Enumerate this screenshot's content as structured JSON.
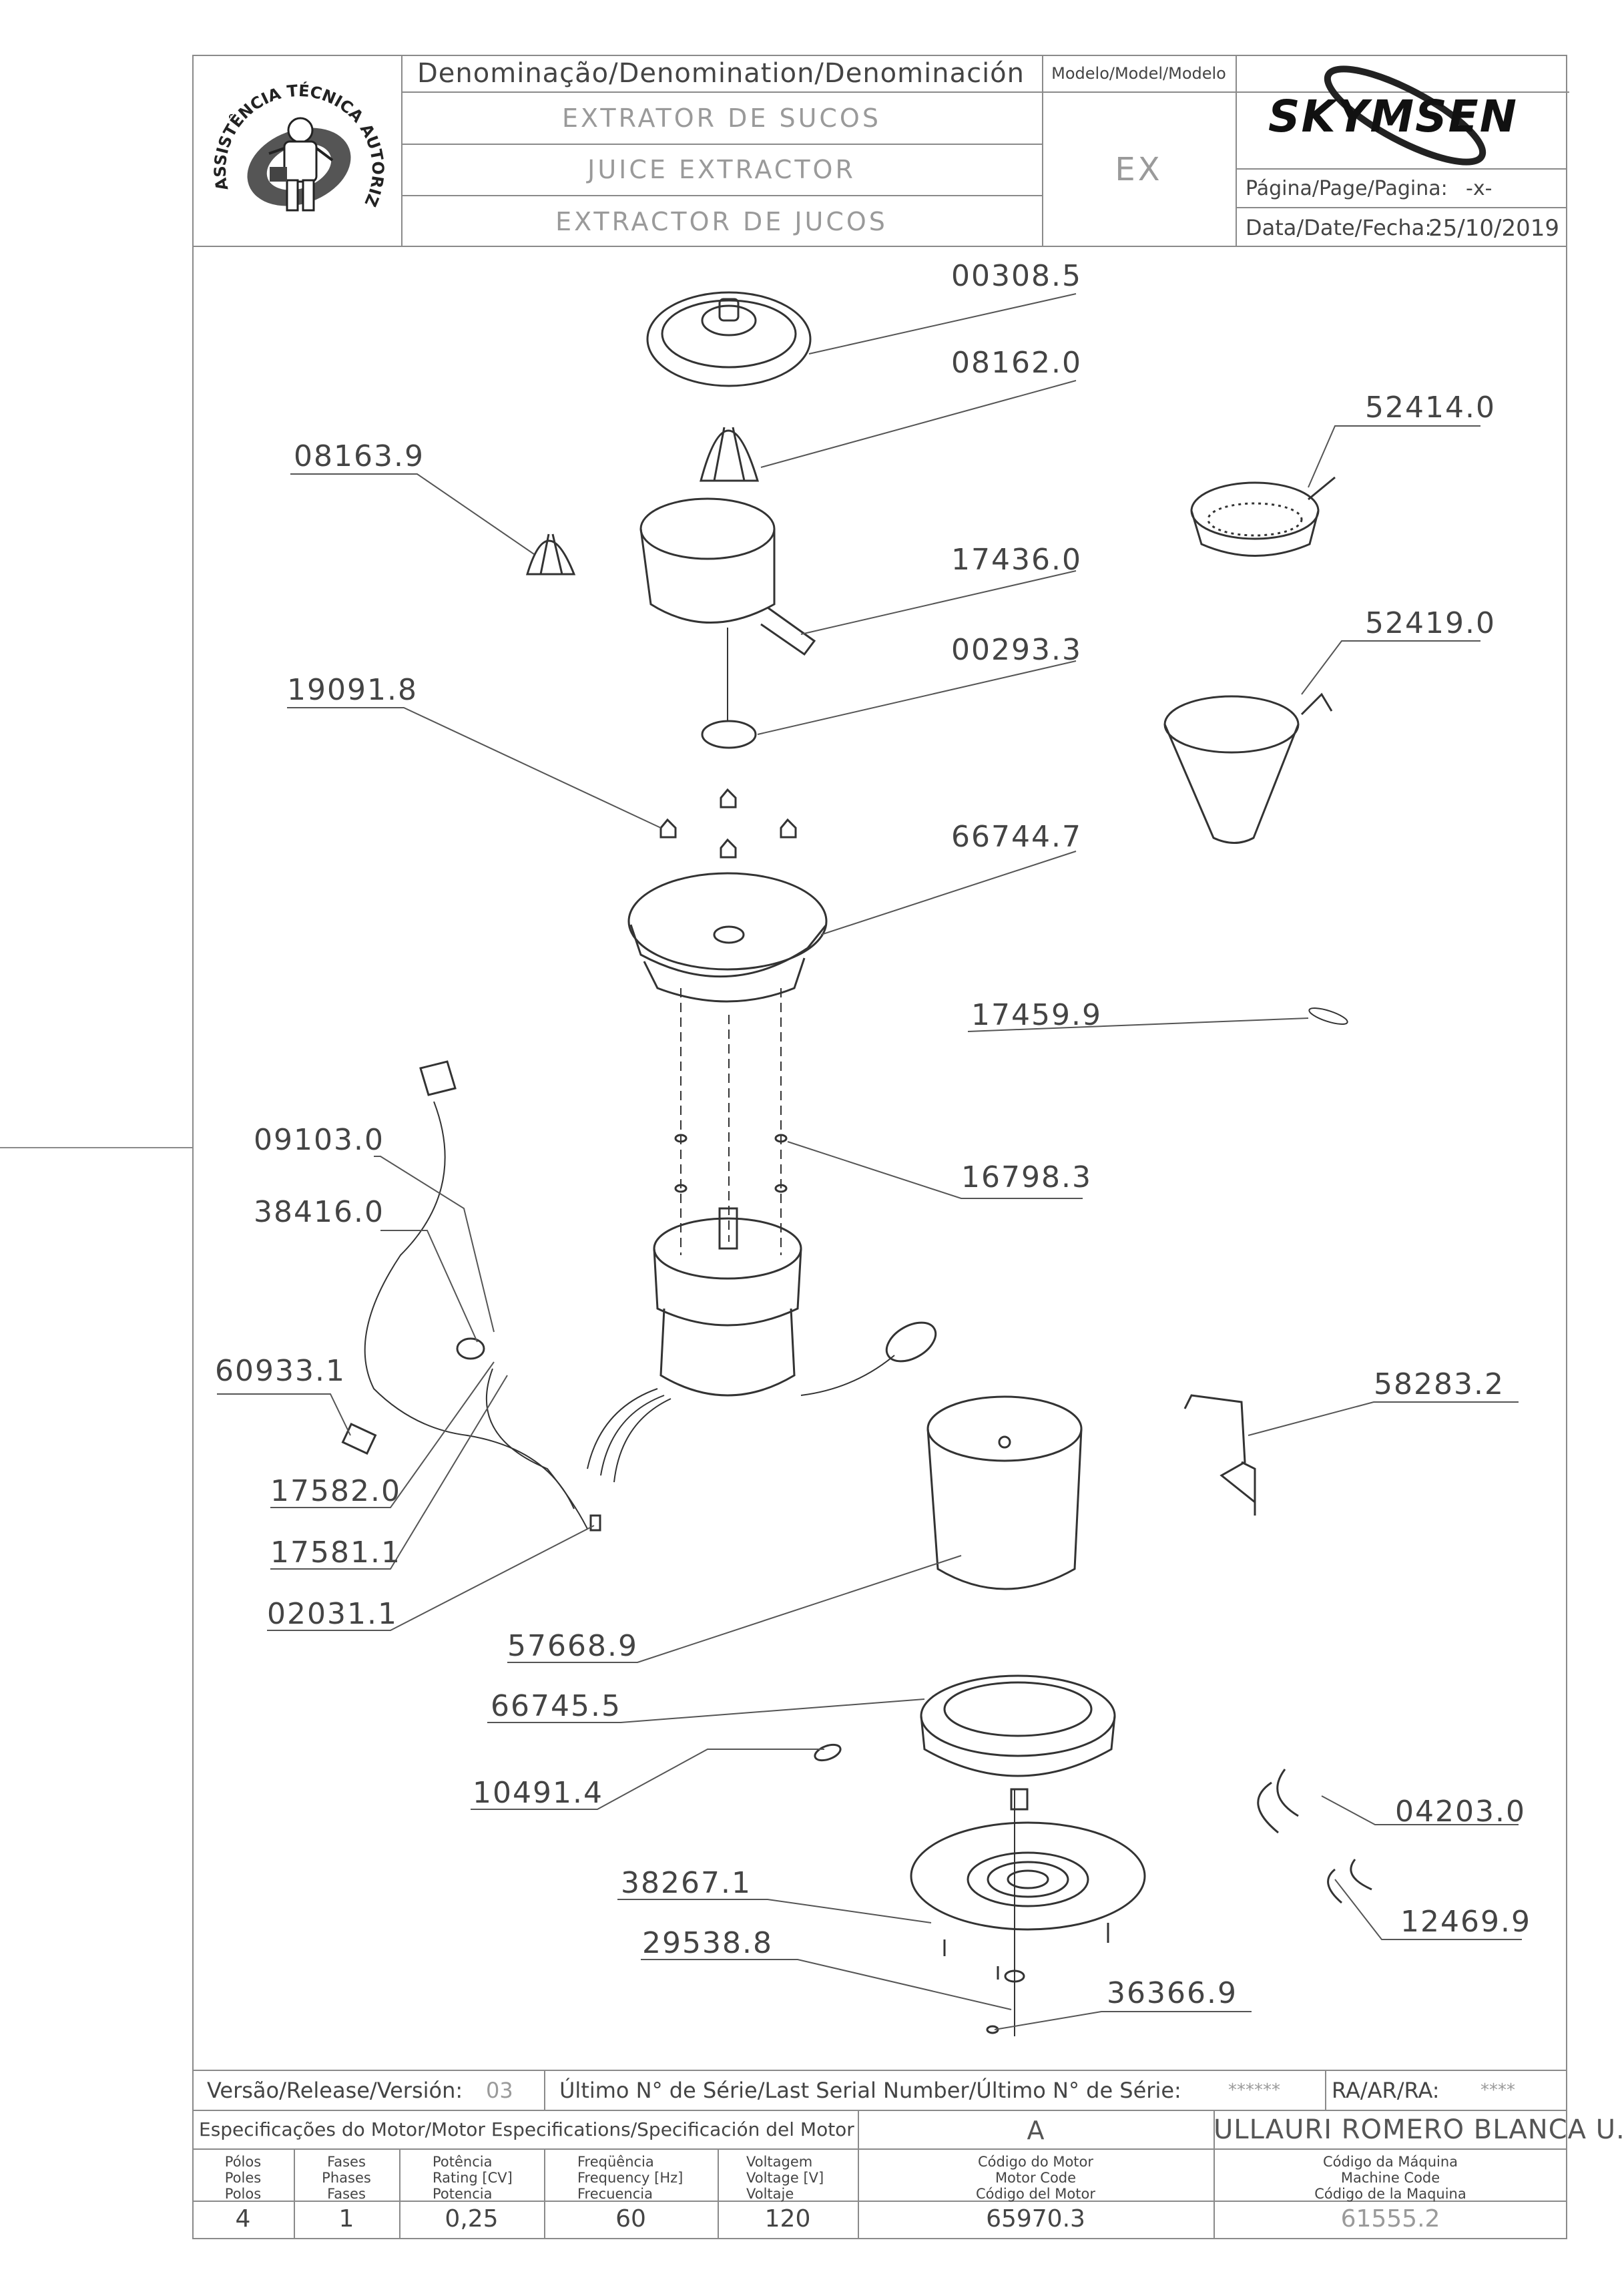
{
  "title_block": {
    "denomination_header": "Denominação/Denomination/Denominación",
    "name_pt": "EXTRATOR DE SUCOS",
    "name_en": "JUICE EXTRACTOR",
    "name_es": "EXTRACTOR DE JUCOS",
    "model_header": "Modelo/Model/Modelo",
    "model_value": "EX",
    "brand": "SKYMSEN",
    "page_label": "Página/Page/Pagina:",
    "page_value": "-x-",
    "date_label": "Data/Date/Fecha:",
    "date_value": "25/10/2019",
    "seal_text": "ASSISTÊNCIA TÉCNICA AUTORIZADA"
  },
  "footer": {
    "release_label": "Versão/Release/Versión:",
    "release_value": "03",
    "serial_label": "Último N° de Série/Last Serial Number/Último N° de Série:",
    "serial_value": "******",
    "ra_label": "RA/AR/RA:",
    "ra_value": "****",
    "motor_spec_label": "Especificações do Motor/Motor Especifications/Specificación del Motor",
    "motor_spec_value": "A",
    "author": "ULLAURI ROMERO BLANCA U.",
    "columns": [
      {
        "l1": "Pólos",
        "l2": "Poles",
        "l3": "Polos",
        "value": "4"
      },
      {
        "l1": "Fases",
        "l2": "Phases",
        "l3": "Fases",
        "value": "1"
      },
      {
        "l1": "Potência",
        "l2": "Rating [CV]",
        "l3": "Potencia",
        "value": "0,25"
      },
      {
        "l1": "Freqüência",
        "l2": "Frequency [Hz]",
        "l3": "Frecuencia",
        "value": "60"
      },
      {
        "l1": "Voltagem",
        "l2": "Voltage [V]",
        "l3": "Voltaje",
        "value": "120"
      },
      {
        "l1": "Código do Motor",
        "l2": "Motor Code",
        "l3": "Código del Motor",
        "value": "65970.3"
      },
      {
        "l1": "Código da Máquina",
        "l2": "Machine Code",
        "l3": "Código de la Maquina",
        "value": "61555.2"
      }
    ]
  },
  "parts": [
    {
      "code": "00308.5"
    },
    {
      "code": "08162.0"
    },
    {
      "code": "52414.0"
    },
    {
      "code": "08163.9"
    },
    {
      "code": "17436.0"
    },
    {
      "code": "00293.3"
    },
    {
      "code": "52419.0"
    },
    {
      "code": "19091.8"
    },
    {
      "code": "66744.7"
    },
    {
      "code": "17459.9"
    },
    {
      "code": "09103.0"
    },
    {
      "code": "16798.3"
    },
    {
      "code": "38416.0"
    },
    {
      "code": "60933.1"
    },
    {
      "code": "58283.2"
    },
    {
      "code": "17582.0"
    },
    {
      "code": "17581.1"
    },
    {
      "code": "02031.1"
    },
    {
      "code": "57668.9"
    },
    {
      "code": "66745.5"
    },
    {
      "code": "10491.4"
    },
    {
      "code": "04203.0"
    },
    {
      "code": "38267.1"
    },
    {
      "code": "12469.9"
    },
    {
      "code": "29538.8"
    },
    {
      "code": "36366.9"
    }
  ]
}
